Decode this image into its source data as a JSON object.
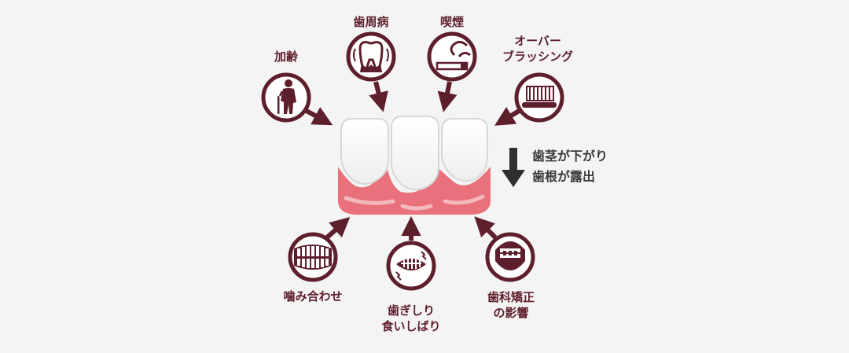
{
  "colors": {
    "maroon": "#5e1f2c",
    "gum": "#e8717b",
    "gum_light": "#f4b8bf",
    "tooth": "#ffffff",
    "arrow_dark": "#2f2f2f"
  },
  "causes": {
    "aging": {
      "label": "加齢",
      "icon": "elderly-person-icon"
    },
    "periodontal": {
      "label": "歯周病",
      "icon": "diseased-tooth-icon"
    },
    "smoking": {
      "label": "喫煙",
      "icon": "cigarette-icon"
    },
    "overbrushing": {
      "line1": "オーバー",
      "line2": "ブラッシング",
      "icon": "toothbrush-icon"
    },
    "malocclusion": {
      "label": "噛み合わせ",
      "icon": "teeth-bite-icon"
    },
    "clenching": {
      "line1": "歯ぎしり",
      "line2": "食いしばり",
      "icon": "grinding-mouth-icon"
    },
    "orthodontics": {
      "line1": "歯科矯正",
      "line2": "の影響",
      "icon": "braces-face-icon"
    }
  },
  "result": {
    "line1": "歯茎が下がり",
    "line2": "歯根が露出"
  }
}
